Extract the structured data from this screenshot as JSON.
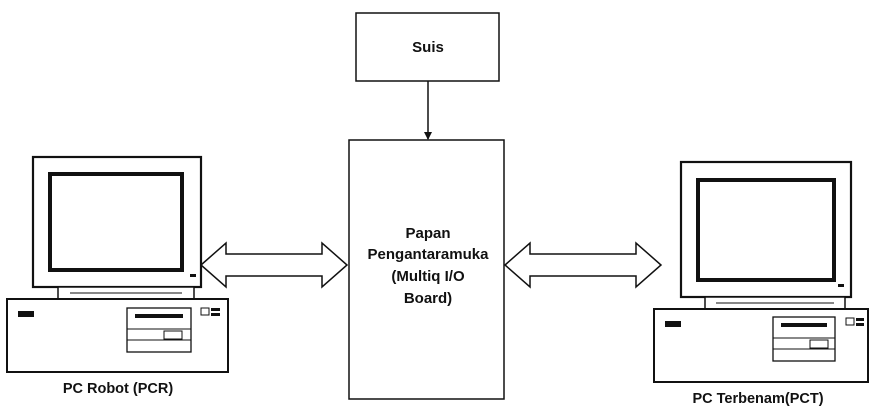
{
  "switch_box": {
    "label": "Suis"
  },
  "interface_board": {
    "lines": [
      "Papan",
      "Pengantaramuka",
      "(Multiq I/O",
      "Board)"
    ]
  },
  "left_pc": {
    "caption": "PC Robot (PCR)"
  },
  "right_pc": {
    "caption": "PC Terbenam(PCT)"
  },
  "colors": {
    "ink": "#111111",
    "background": "#ffffff",
    "screen": "#ffffff"
  }
}
